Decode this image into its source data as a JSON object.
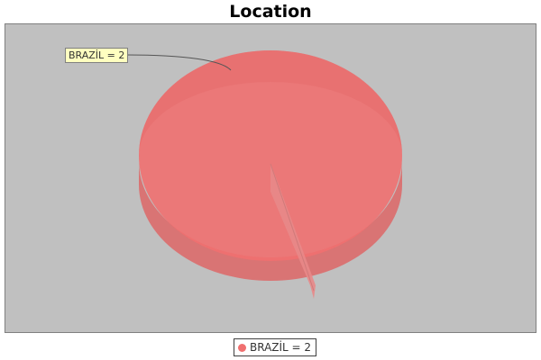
{
  "chart_data": {
    "type": "pie",
    "title": "Location",
    "categories": [
      "BRAZİL"
    ],
    "values": [
      2
    ],
    "labels": [
      "BRAZİL = 2"
    ],
    "legend": {
      "entries": [
        "BRAZİL = 2"
      ],
      "placement": "bottom"
    },
    "colors": {
      "slice": "#f07070",
      "plot_background": "#c0c0c0"
    },
    "style": "3d"
  }
}
